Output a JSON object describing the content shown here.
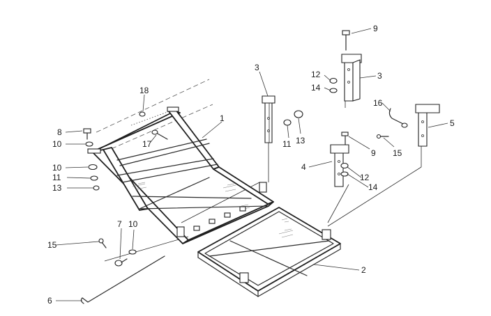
{
  "callouts": {
    "c1": "1",
    "c2": "2",
    "c3a": "3",
    "c3b": "3",
    "c4": "4",
    "c5": "5",
    "c6": "6",
    "c7": "7",
    "c8": "8",
    "c9a": "9",
    "c9b": "9",
    "c10a": "10",
    "c10b": "10",
    "c10c": "10",
    "c11a": "11",
    "c11b": "11",
    "c12a": "12",
    "c12b": "12",
    "c13a": "13",
    "c13b": "13",
    "c14a": "14",
    "c14b": "14",
    "c15a": "15",
    "c15b": "15",
    "c16": "16",
    "c17": "17",
    "c18": "18"
  }
}
